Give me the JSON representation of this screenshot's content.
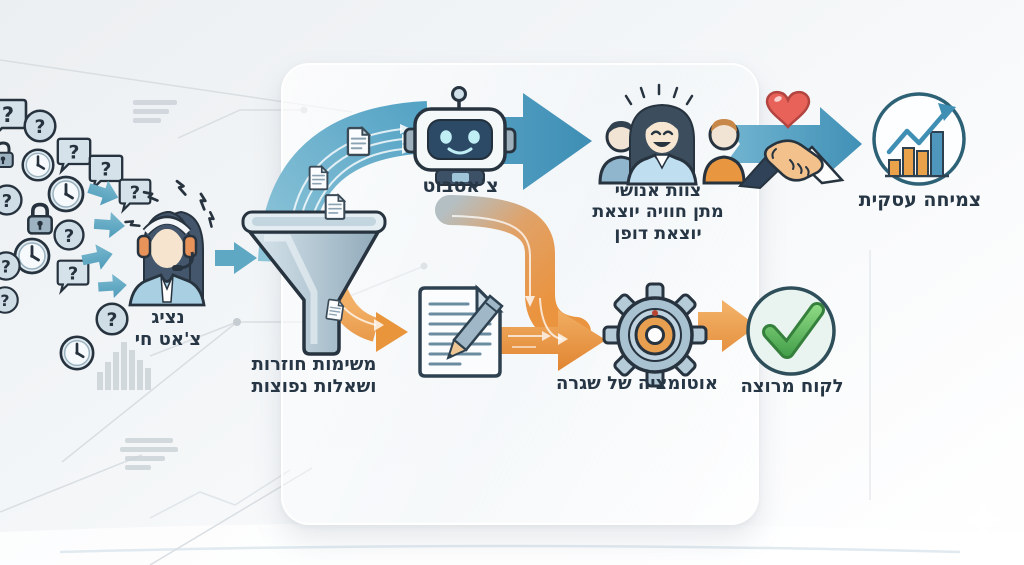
{
  "diagram": {
    "language": "he",
    "direction": "rtl",
    "nodes": {
      "incoming_queries": {
        "icons": [
          "question-bubble-icon",
          "question-circle-icon",
          "lock-icon",
          "clock-icon"
        ]
      },
      "agent": {
        "lines": [
          "נציג",
          "צ'אט חי"
        ],
        "icon": "support-agent-icon"
      },
      "funnel": {
        "lines": [
          "משימות חוזרות",
          "ושאלות נפוצות"
        ],
        "icon": "funnel-icon"
      },
      "chatbot": {
        "label": "צ'אטבוט",
        "icon": "robot-icon"
      },
      "human_team": {
        "lines": [
          "צוות אנושי",
          "מתן חוויה יוצאת",
          "יוצאת דופן"
        ],
        "icon": "team-icon"
      },
      "partnership": {
        "icons": [
          "heart-icon",
          "handshake-icon"
        ]
      },
      "business_growth": {
        "label": "צמיחה עסקית",
        "icon": "growth-chart-icon"
      },
      "document": {
        "icon": "document-pencil-icon"
      },
      "routine_automation": {
        "label": "אוטומציה של שגרה",
        "icon": "gear-icon"
      },
      "happy_customer": {
        "label": "לקוח מרוצה",
        "icon": "checkmark-icon"
      }
    },
    "colors": {
      "flow_human": "#4c9cc0",
      "flow_automation": "#ec9a43",
      "text": "#273645",
      "funnel_gray": "#9fb4c2",
      "check_green": "#58b24f",
      "heart_red": "#e8625a"
    }
  }
}
